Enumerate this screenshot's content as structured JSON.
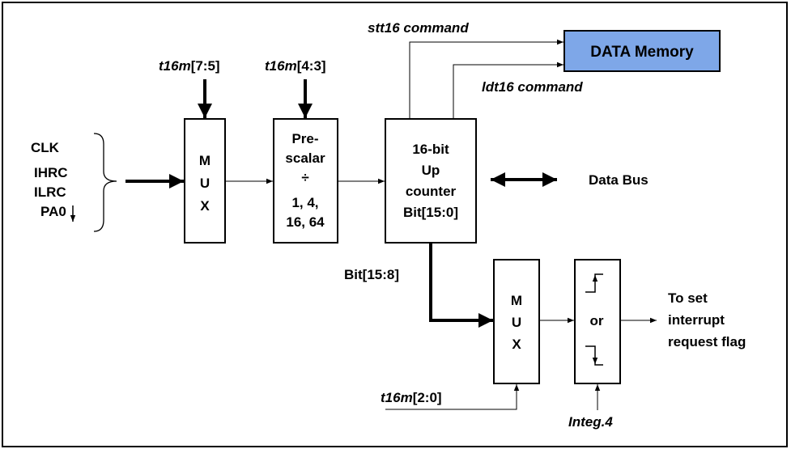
{
  "diagram": {
    "clock_sources": [
      "CLK",
      "IHRC",
      "ILRC",
      "PA0"
    ],
    "mux1": {
      "letters": [
        "M",
        "U",
        "X"
      ]
    },
    "mux1_select": {
      "signal": "t16m",
      "bits": "[7:5]"
    },
    "prescaler": {
      "lines": [
        "Pre-",
        "scalar",
        "÷",
        "1, 4,",
        "16, 64"
      ]
    },
    "prescaler_select": {
      "signal": "t16m",
      "bits": "[4:3]"
    },
    "counter": {
      "lines": [
        "16-bit",
        "Up",
        "counter",
        "Bit[15:0]"
      ]
    },
    "stt16_label": "stt16 command",
    "ldt16_label": "ldt16 command",
    "data_memory_label": "DATA Memory",
    "data_bus_label": "Data Bus",
    "bit_range_label": "Bit[15:8]",
    "mux2": {
      "letters": [
        "M",
        "U",
        "X"
      ]
    },
    "mux2_select": {
      "signal": "t16m",
      "bits": "[2:0]"
    },
    "edge_block_label": "or",
    "edge_select_label": "Integ.4",
    "output_label": [
      "To set",
      "interrupt",
      "request flag"
    ],
    "colors": {
      "memory_fill": "#7ea7e8",
      "line": "#000000",
      "frame": "#000000"
    }
  }
}
